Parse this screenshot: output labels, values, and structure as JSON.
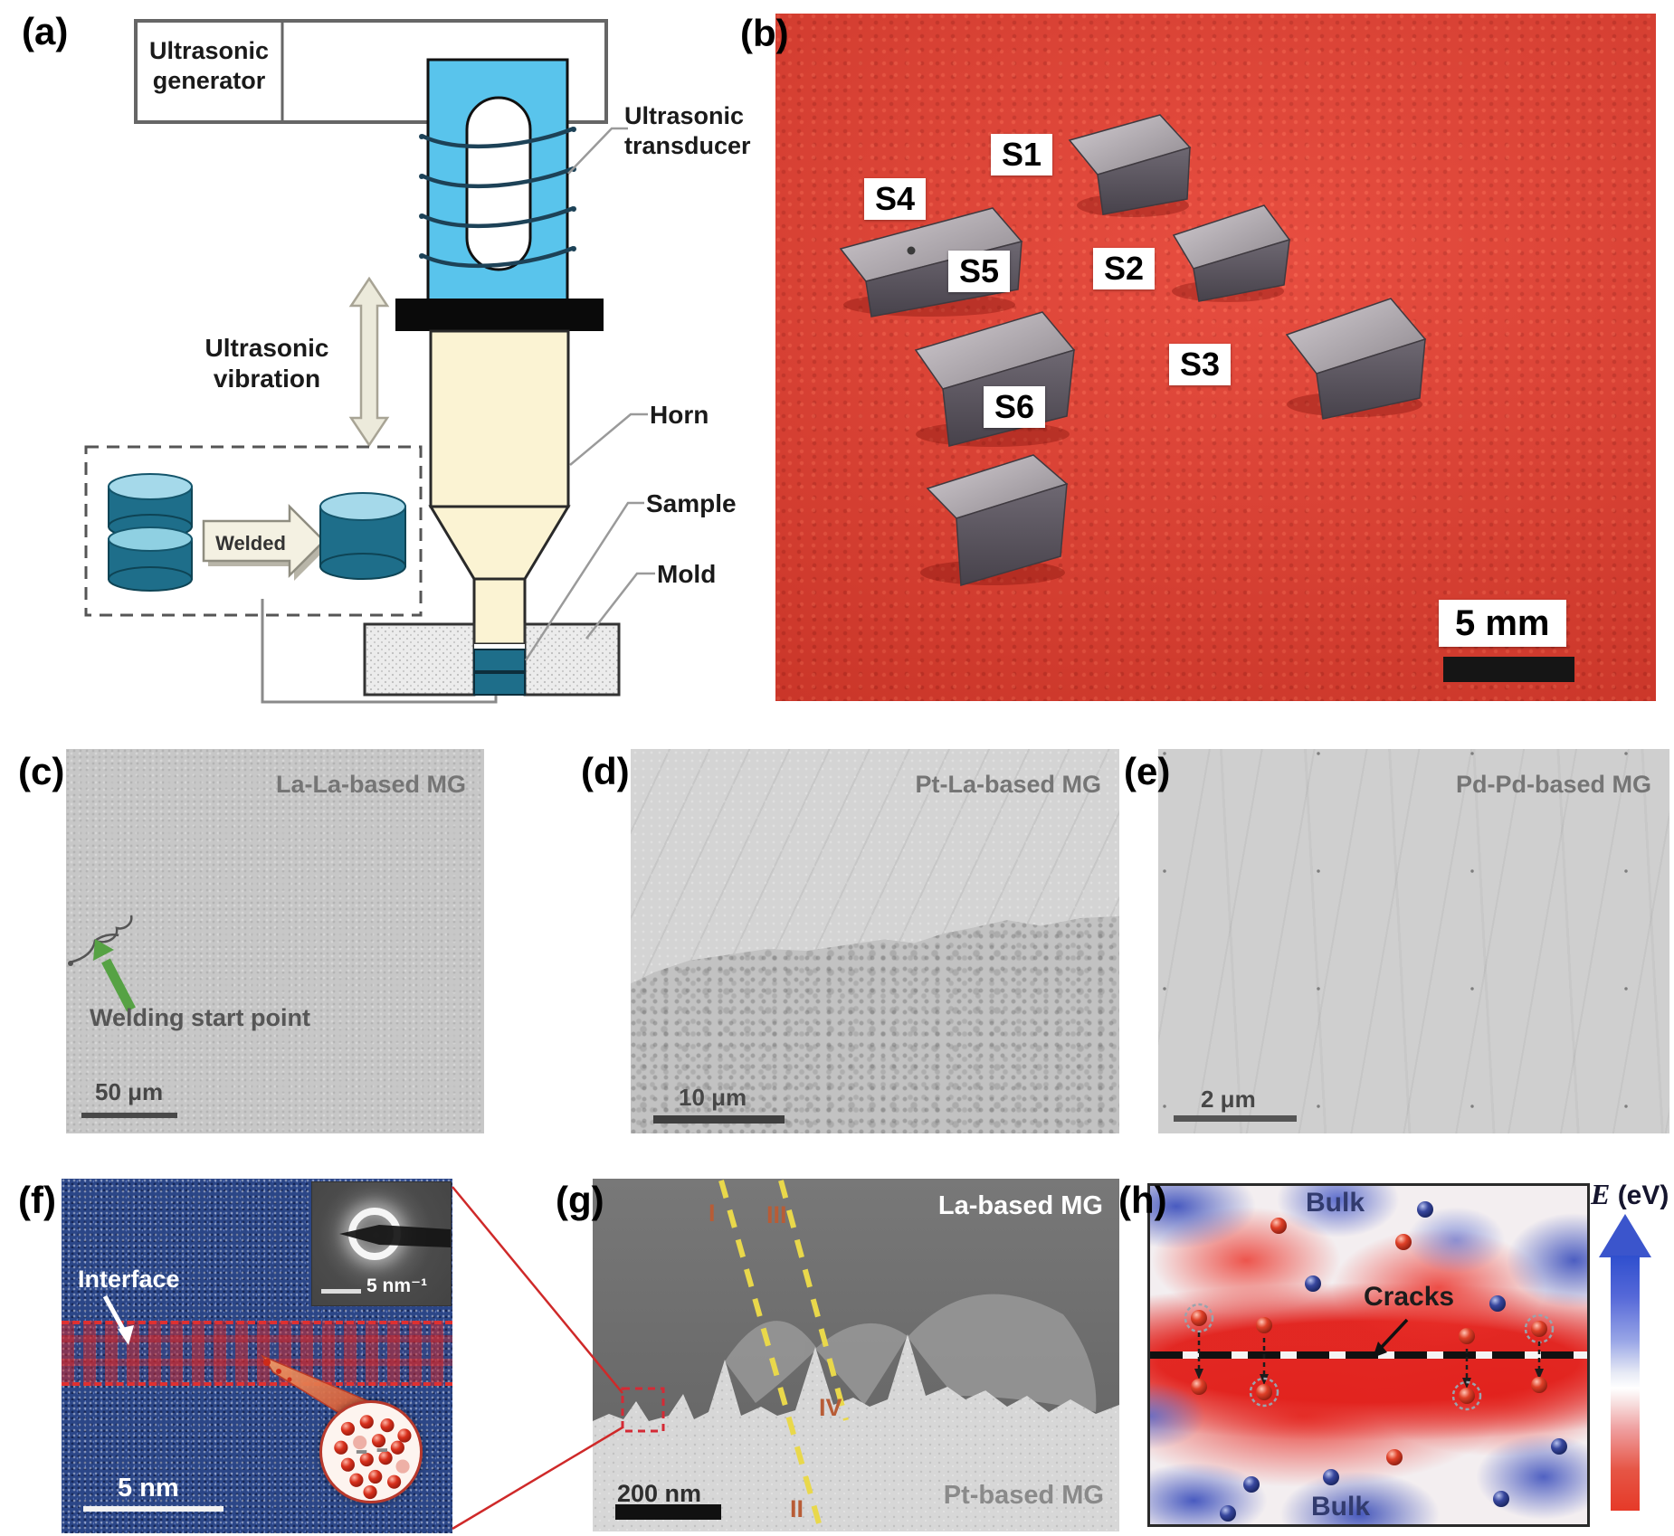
{
  "panel_a": {
    "label": "(a)",
    "generator_label": "Ultrasonic generator",
    "transducer_label": "Ultrasonic transducer",
    "vibration_label": "Ultrasonic vibration",
    "horn_label": "Horn",
    "sample_label": "Sample",
    "mold_label": "Mold",
    "welded_label": "Welded",
    "colors": {
      "transducer": "#59c4ec",
      "horn": "#fbf3d3",
      "sample": "#1e6e8a",
      "flange": "#0a0a0a"
    }
  },
  "panel_b": {
    "label": "(b)",
    "sample_labels": [
      "S1",
      "S2",
      "S3",
      "S4",
      "S5",
      "S6"
    ],
    "scale_label": "5 mm",
    "colors": {
      "background": "#e53a2b",
      "sample_metal": "#8d878d"
    }
  },
  "panel_c": {
    "label": "(c)",
    "material_label": "La-La-based MG",
    "annotation_label": "Welding start point",
    "scale_label": "50 μm",
    "colors": {
      "arrow_green": "#56a244"
    }
  },
  "panel_d": {
    "label": "(d)",
    "material_label": "Pt-La-based MG",
    "scale_label": "10 μm"
  },
  "panel_e": {
    "label": "(e)",
    "material_label": "Pd-Pd-based MG",
    "scale_label": "2 μm"
  },
  "panel_f": {
    "label": "(f)",
    "interface_label": "Interface",
    "scale_label": "5 nm",
    "diffraction_scale_label": "5 nm⁻¹",
    "colors": {
      "matrix_blue": "#2b4687",
      "interface_red": "#d42a2a"
    }
  },
  "panel_g": {
    "label": "(g)",
    "top_material_label": "La-based MG",
    "bottom_material_label": "Pt-based MG",
    "scale_label": "200 nm",
    "section_labels": [
      "I",
      "II",
      "III",
      "IV"
    ],
    "colors": {
      "dashed_line_yellow": "#e9d84b",
      "section_label_orange": "#b85c36",
      "zoom_box_red": "#d42a35"
    }
  },
  "panel_h": {
    "label": "(h)",
    "bulk_top_label": "Bulk",
    "bulk_bottom_label": "Bulk",
    "cracks_label": "Cracks",
    "colorbar_symbol": "E",
    "colorbar_unit": "(eV)",
    "colors": {
      "high_energy_blue": "#3b55cc",
      "low_energy_red": "#e63a28"
    }
  }
}
